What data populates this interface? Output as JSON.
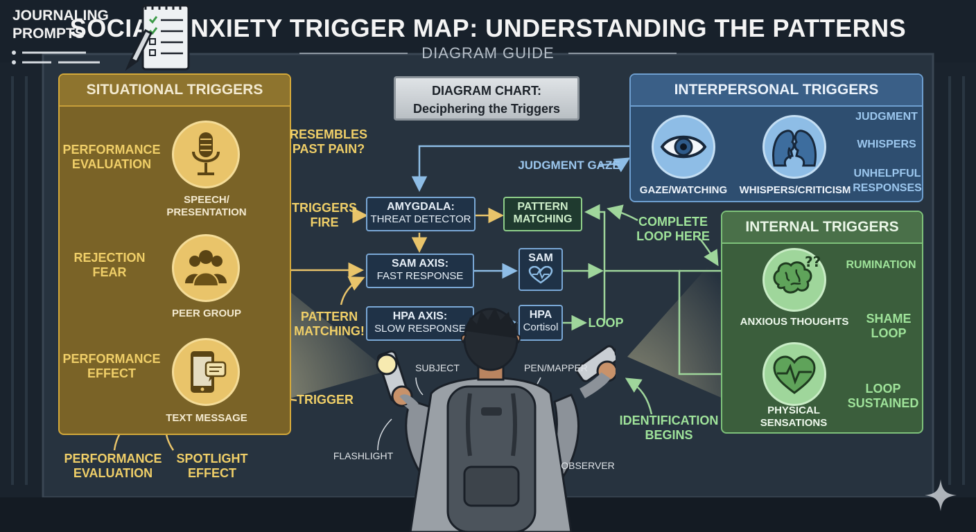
{
  "title": "SOCIAL ANXIETY TRIGGER MAP: UNDERSTANDING THE PATTERNS",
  "subtitle": "DIAGRAM GUIDE",
  "chart_label": {
    "line1": "DIAGRAM CHART:",
    "line2": "Deciphering the Triggers"
  },
  "situational": {
    "heading": "SITUATIONAL TRIGGERS",
    "items": [
      {
        "caption_1": "SPEECH/",
        "caption_2": "PRESENTATION",
        "icon": "microphone-icon"
      },
      {
        "caption": "PEER GROUP",
        "icon": "people-group-icon"
      },
      {
        "caption": "TEXT MESSAGE",
        "icon": "phone-message-icon"
      }
    ],
    "annotations": {
      "performance_evaluation": {
        "line1": "PERFORMANCE",
        "line2": "EVALUATION"
      },
      "rejection_fear": {
        "line1": "REJECTION",
        "line2": "FEAR"
      },
      "performance_effect": {
        "line1": "PERFORMANCE",
        "line2": "EFFECT"
      },
      "performance_evaluation_bottom": {
        "line1": "PERFORMANCE",
        "line2": "EVALUATION"
      },
      "spotlight_effect": {
        "line1": "SPOTLIGHT",
        "line2": "EFFECT"
      }
    }
  },
  "interpersonal": {
    "heading": "INTERPERSONAL TRIGGERS",
    "items": [
      {
        "caption": "GAZE/WATCHING",
        "icon": "eye-icon"
      },
      {
        "caption": "WHISPERS/CRITICISM",
        "icon": "whispering-heads-icon"
      }
    ],
    "side_labels": {
      "judgment": "JUDGMENT",
      "whispers": "WHISPERS",
      "unhelpful_1": "UNHELPFUL",
      "unhelpful_2": "RESPONSES"
    }
  },
  "internal": {
    "heading": "INTERNAL TRIGGERS",
    "items": [
      {
        "caption": "ANXIOUS THOUGHTS",
        "icon": "brain-question-icon"
      },
      {
        "caption_1": "PHYSICAL",
        "caption_2": "SENSATIONS",
        "icon": "heartbeat-icon"
      }
    ],
    "side_labels": {
      "rumination": "RUMINATION",
      "shame_1": "SHAME",
      "shame_2": "LOOP",
      "loop_1": "LOOP",
      "loop_2": "SUSTAINED"
    }
  },
  "journaling": {
    "line1": "JOURNALING",
    "line2": "PROMPTS",
    "icon": "checklist-pen-icon"
  },
  "flow": {
    "amygdala": {
      "line1": "AMYGDALA:",
      "line2": "THREAT DETECTOR"
    },
    "pattern_matching_box": {
      "line1": "PATTERN",
      "line2": "MATCHING"
    },
    "sam_axis": {
      "line1": "SAM AXIS:",
      "line2": "FAST RESPONSE"
    },
    "sam": {
      "line1": "SAM"
    },
    "hpa_axis": {
      "line1": "HPA AXIS:",
      "line2": "SLOW RESPONSE"
    },
    "hpa": {
      "line1": "HPA",
      "line2": "Cortisol"
    },
    "loop": "LOOP"
  },
  "center_annotations": {
    "resembles": {
      "line1": "RESEMBLES",
      "line2": "PAST PAIN?"
    },
    "triggers_fire": {
      "line1": "TRIGGERS",
      "line2": "FIRE"
    },
    "pattern_matching": {
      "line1": "PATTERN",
      "line2": "MATCHING!"
    },
    "judgment_gaze": "JUDGMENT GAZE",
    "complete_loop": {
      "line1": "COMPLETE",
      "line2": "LOOP HERE"
    },
    "trigger": "TRIGGER",
    "identification": {
      "line1": "IDENTIFICATION",
      "line2": "BEGINS"
    }
  },
  "figure_labels": {
    "subject": "SUBJECT",
    "pen_mapper": "PEN/MAPPER",
    "flashlight": "FLASHLIGHT",
    "observer": "OBSERVER"
  },
  "colors": {
    "situational": "#d4a93a",
    "interpersonal": "#6e9fd0",
    "internal": "#7ec27a",
    "background": "#1f2a36"
  }
}
